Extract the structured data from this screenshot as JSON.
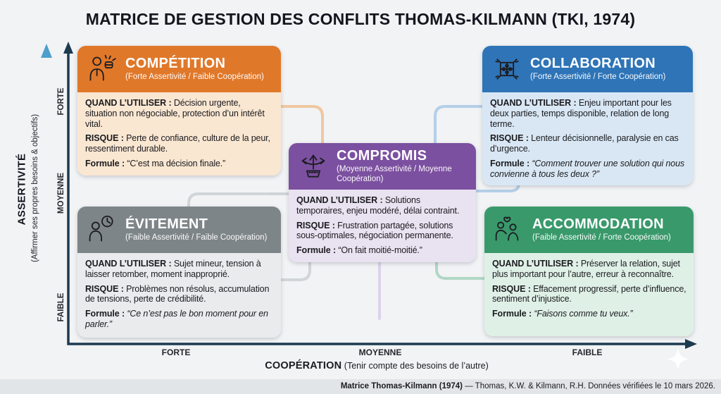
{
  "title": "MATRICE DE GESTION DES CONFLITS THOMAS-KILMANN (TKI, 1974)",
  "labels": {
    "when": "QUAND L’UTILISER :",
    "risk": "RISQUE :",
    "formula": "Formule :"
  },
  "cards": {
    "competition": {
      "title": "COMPÉTITION",
      "subtitle": "(Forte Assertivité / Faible Coopération)",
      "when": "Décision urgente, situation non négociable, protection d’un intérêt vital.",
      "risk": "Perte de confiance, culture de la peur, ressentiment durable.",
      "formula": "“C’est ma décision finale.”",
      "icon": "raised-fist-person-icon",
      "header_color": "#e0782a",
      "body_color": "#fae7d2"
    },
    "collaboration": {
      "title": "COLLABORATION",
      "subtitle": "(Forte Assertivité / Forte Coopération)",
      "when": "Enjeu important pour les deux parties, temps disponible, relation de long terme.",
      "risk": "Lenteur décisionnelle, paralysie en cas d’urgence.",
      "formula": "“Comment trouver une solution qui nous convienne à tous les deux ?”",
      "icon": "hands-puzzle-icon",
      "header_color": "#2e74b7",
      "body_color": "#d9e7f4"
    },
    "compromis": {
      "title": "COMPROMIS",
      "subtitle": "(Moyenne Assertivité / Moyenne Coopération)",
      "when": "Solutions temporaires, enjeu modéré, délai contraint.",
      "risk": "Frustration partagée, solutions sous-optimales, négociation permanente.",
      "formula": "“On fait moitié-moitié.”",
      "icon": "branching-arrows-icon",
      "header_color": "#7c50a0",
      "body_color": "#e9e2f1"
    },
    "evitement": {
      "title": "ÉVITEMENT",
      "subtitle": "(Faible Assertivité / Faible Coopération)",
      "when": "Sujet mineur, tension à laisser retomber, moment inapproprié.",
      "risk": "Problèmes non résolus, accumulation de tensions, perte de crédibilité.",
      "formula": "“Ce n’est pas le bon moment pour en parler.”",
      "icon": "person-clock-icon",
      "header_color": "#7e8588",
      "body_color": "#e9ebed"
    },
    "accommodation": {
      "title": "ACCOMMODATION",
      "subtitle": "(Faible Assertivité / Forte Coopération)",
      "when": "Préserver la relation, sujet plus important pour l’autre, erreur à reconnaître.",
      "risk": "Effacement progressif, perte d’influence, sentiment d’injustice.",
      "formula": "“Faisons comme tu veux.”",
      "icon": "helping-hands-heart-icon",
      "header_color": "#39996b",
      "body_color": "#dff0e7"
    }
  },
  "y_axis": {
    "label": "ASSERTIVITÉ",
    "sublabel": "(Affirmer ses propres besoins & objectifs)",
    "ticks": [
      "FORTE",
      "MOYENNE",
      "FAIBLE"
    ]
  },
  "x_axis": {
    "label": "COOPÉRATION",
    "sublabel": "(Tenir compte des besoins de l’autre)",
    "ticks": [
      "FORTE",
      "MOYENNE",
      "FAIBLE"
    ]
  },
  "footer": {
    "bold": "Matrice Thomas-Kilmann (1974)",
    "rest": " — Thomas, K.W. & Kilmann, R.H. Données vérifiées le 10 mars 2026."
  },
  "colors": {
    "background": "#f1f3f5",
    "axis_navy": "#1c3a50",
    "assertivite_arrow_blue": "#4e9fcb",
    "footer_bg": "#e2e5e8"
  }
}
